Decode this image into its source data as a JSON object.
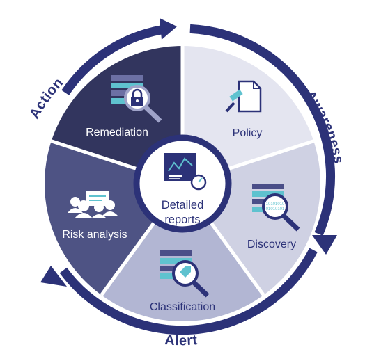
{
  "cycle_labels": {
    "awareness": "Awareness",
    "alert": "Alert",
    "action": "Action"
  },
  "segments": [
    {
      "label": "Policy",
      "icon": "policy-document-icon",
      "fill": "#e4e5f0",
      "text_color": "#2c3278"
    },
    {
      "label": "Discovery",
      "icon": "discovery-magnifier-icon",
      "fill": "#cfd1e3",
      "text_color": "#2c3278"
    },
    {
      "label": "Classification",
      "icon": "classification-tag-icon",
      "fill": "#b2b6d3",
      "text_color": "#2c3278"
    },
    {
      "label": "Risk analysis",
      "icon": "risk-analysis-people-icon",
      "fill": "#4e5384",
      "text_color": "#ffffff"
    },
    {
      "label": "Remediation",
      "icon": "remediation-lock-icon",
      "fill": "#32355e",
      "text_color": "#ffffff"
    }
  ],
  "center": {
    "line1": "Detailed",
    "line2": "reports",
    "icon": "reports-chart-icon"
  },
  "colors": {
    "ring": "#2c3278",
    "accent": "#5fc2cf",
    "divider": "#ffffff"
  }
}
